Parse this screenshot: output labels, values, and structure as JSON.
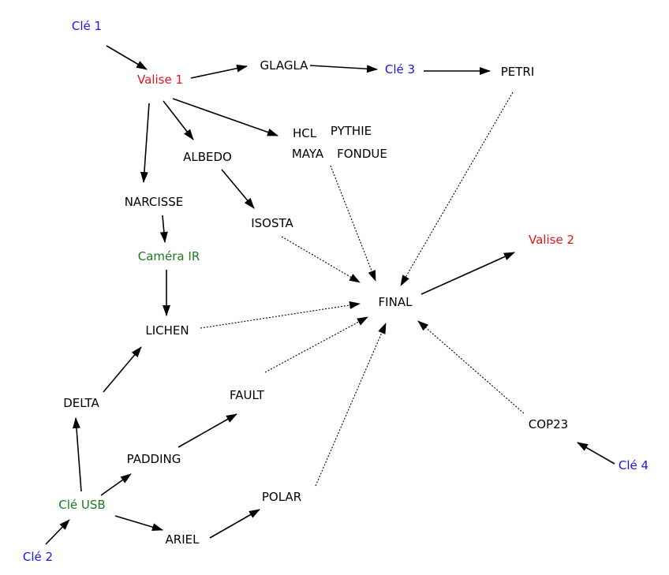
{
  "colors": {
    "default": "#000000",
    "valise": "#e8141c",
    "cle": "#1a14e8",
    "equipment": "#1d7a1d"
  },
  "nodes": {
    "cle1": "Clé 1",
    "valise1": "Valise 1",
    "glagla": "GLAGLA",
    "cle3": "Clé 3",
    "petri": "PETRI",
    "hcl": "HCL",
    "pythie": "PYTHIE",
    "maya": "MAYA",
    "fondue": "FONDUE",
    "albedo": "ALBEDO",
    "narcisse": "NARCISSE",
    "isosta": "ISOSTA",
    "camera_ir": "Caméra IR",
    "valise2": "Valise 2",
    "final": "FINAL",
    "lichen": "LICHEN",
    "delta": "DELTA",
    "fault": "FAULT",
    "padding": "PADDING",
    "cop23": "COP23",
    "cle4": "Clé 4",
    "cle_usb": "Clé USB",
    "polar": "POLAR",
    "ariel": "ARIEL",
    "cle2": "Clé 2"
  },
  "edges": [
    {
      "from": "cle1",
      "to": "valise1",
      "style": "solid"
    },
    {
      "from": "valise1",
      "to": "glagla",
      "style": "solid"
    },
    {
      "from": "glagla",
      "to": "cle3",
      "style": "solid"
    },
    {
      "from": "cle3",
      "to": "petri",
      "style": "solid"
    },
    {
      "from": "valise1",
      "to": "albedo",
      "style": "solid"
    },
    {
      "from": "valise1",
      "to": "hcl",
      "style": "solid"
    },
    {
      "from": "valise1",
      "to": "narcisse",
      "style": "solid"
    },
    {
      "from": "albedo",
      "to": "isosta",
      "style": "solid"
    },
    {
      "from": "narcisse",
      "to": "camera_ir",
      "style": "solid"
    },
    {
      "from": "camera_ir",
      "to": "lichen",
      "style": "solid"
    },
    {
      "from": "petri",
      "to": "final",
      "style": "dotted"
    },
    {
      "from": "maya",
      "to": "final",
      "style": "dotted"
    },
    {
      "from": "isosta",
      "to": "final",
      "style": "dotted"
    },
    {
      "from": "lichen",
      "to": "final",
      "style": "dotted"
    },
    {
      "from": "fault",
      "to": "final",
      "style": "dotted"
    },
    {
      "from": "polar",
      "to": "final",
      "style": "dotted"
    },
    {
      "from": "cop23",
      "to": "final",
      "style": "dotted"
    },
    {
      "from": "final",
      "to": "valise2",
      "style": "solid"
    },
    {
      "from": "delta",
      "to": "lichen",
      "style": "solid"
    },
    {
      "from": "cle_usb",
      "to": "delta",
      "style": "solid"
    },
    {
      "from": "cle_usb",
      "to": "padding",
      "style": "solid"
    },
    {
      "from": "padding",
      "to": "fault",
      "style": "solid"
    },
    {
      "from": "cle_usb",
      "to": "ariel",
      "style": "solid"
    },
    {
      "from": "ariel",
      "to": "polar",
      "style": "solid"
    },
    {
      "from": "cle2",
      "to": "cle_usb",
      "style": "solid"
    },
    {
      "from": "cle4",
      "to": "cop23",
      "style": "solid"
    }
  ]
}
